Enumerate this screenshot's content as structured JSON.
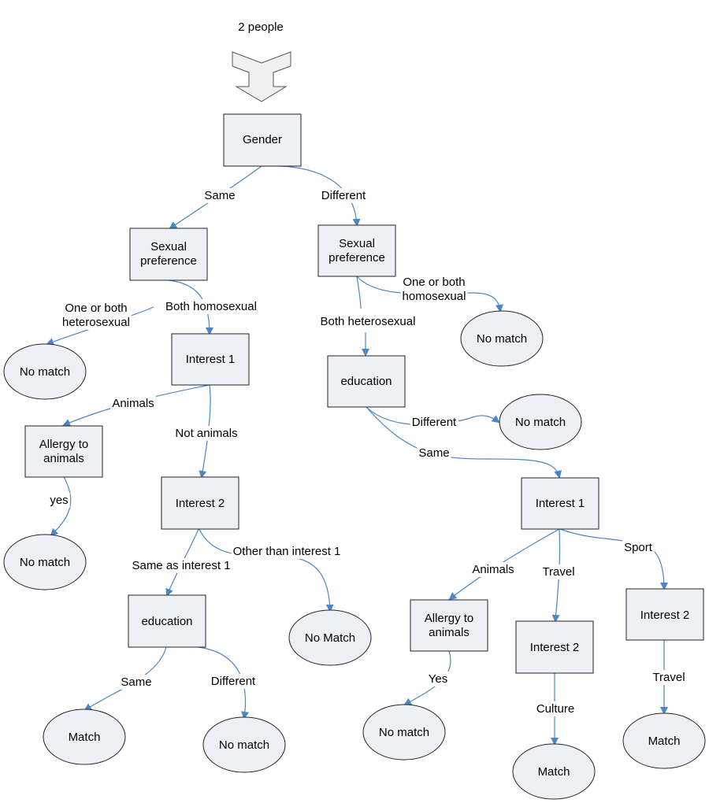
{
  "diagram": {
    "start_label": "2 people",
    "nodes": {
      "gender": "Gender",
      "sexual_pref_left": "Sexual|preference",
      "sexual_pref_right": "Sexual|preference",
      "interest1_left": "Interest 1",
      "allergy_left": "Allergy to|animals",
      "interest2_left": "Interest 2",
      "education_left": "education",
      "education_right": "education",
      "interest1_right": "Interest 1",
      "allergy_right": "Allergy to|animals",
      "interest2_mid": "Interest 2",
      "interest2_far": "Interest 2",
      "nomatch_1": "No match",
      "nomatch_2": "No match",
      "nomatch_3": "No match",
      "nomatch_4": "No match",
      "nomatch_5": "No Match",
      "nomatch_6": "No match",
      "nomatch_7": "No match",
      "match_1": "Match",
      "match_2": "Match",
      "match_3": "Match"
    },
    "edge_labels": {
      "same": "Same",
      "different": "Different",
      "one_or_both_hetero": "One or both|heterosexual",
      "both_homo": "Both homosexual",
      "both_hetero": "Both heterosexual",
      "one_or_both_homo": "One or both|homosexual",
      "animals_left": "Animals",
      "not_animals": "Not animals",
      "yes_left": "yes",
      "same_as_interest1": "Same as interest 1",
      "other_than_interest1": "Other than interest 1",
      "edu_left_same": "Same",
      "edu_left_different": "Different",
      "edu_right_different": "Different",
      "edu_right_same": "Same",
      "animals_right": "Animals",
      "travel": "Travel",
      "sport": "Sport",
      "yes_right": "Yes",
      "culture": "Culture",
      "travel2": "Travel"
    },
    "colors": {
      "edge": "#4a86c8",
      "node_fill": "#eef0f5",
      "node_stroke": "#222222"
    }
  }
}
